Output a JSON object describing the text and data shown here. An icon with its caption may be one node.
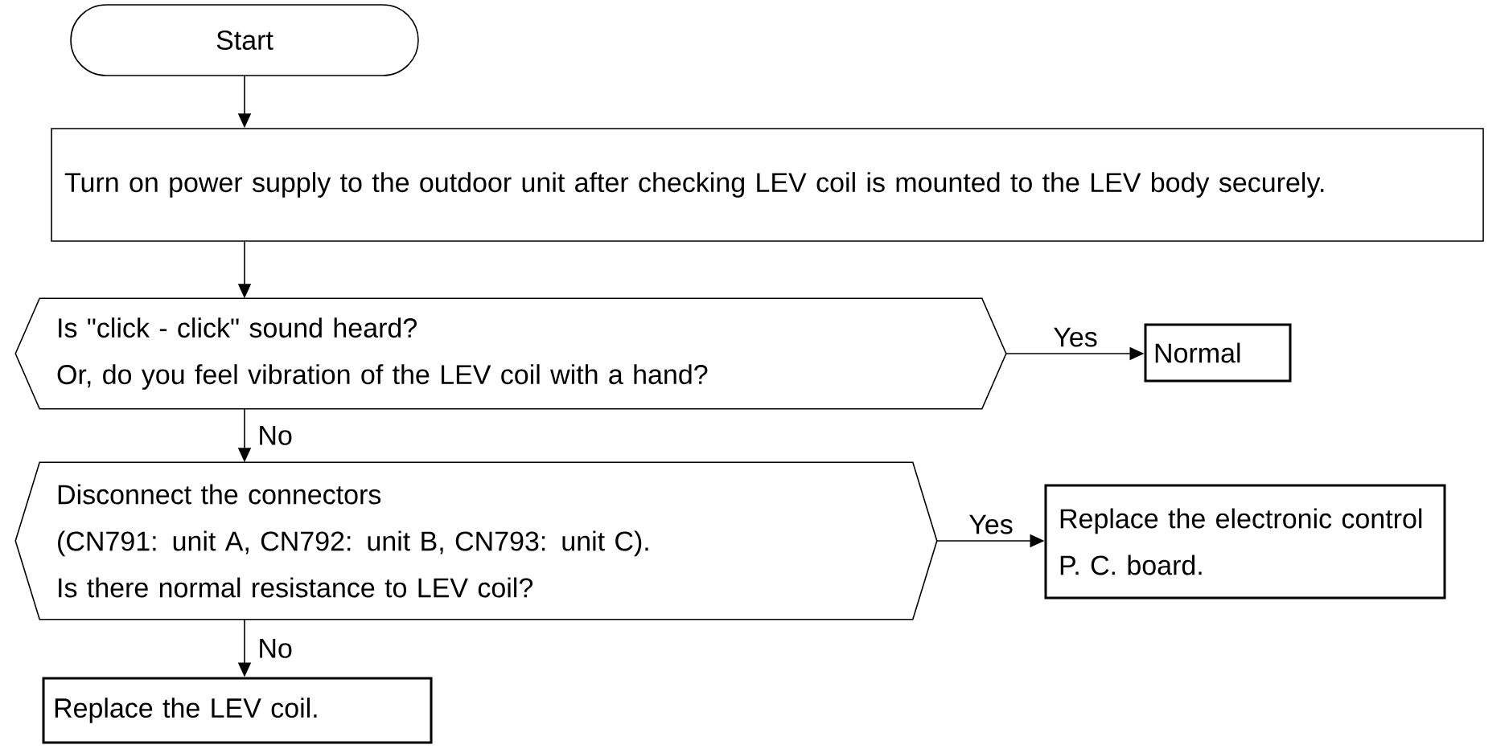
{
  "diagram": {
    "nodes": [
      {
        "text": [
          "Start"
        ]
      },
      {
        "text": [
          "Turn on power supply to the outdoor unit after checking LEV coil is mounted to the LEV body securely."
        ]
      },
      {
        "text": [
          "Is \"click - click\" sound heard?",
          "Or, do you feel vibration of the LEV coil with a hand?"
        ]
      },
      {
        "text": [
          "Normal"
        ]
      },
      {
        "text": [
          "Disconnect the connectors",
          "(CN791: unit A, CN792: unit B, CN793: unit C).",
          "Is there normal resistance to LEV coil?"
        ]
      },
      {
        "text": [
          "Replace the electronic control P. C. board."
        ]
      },
      {
        "text": [
          "Replace the LEV coil."
        ]
      }
    ],
    "edges": [
      {
        "from": 0,
        "to": 1,
        "arrow": "to"
      },
      {
        "from": 1,
        "to": 2,
        "arrow": "to"
      },
      {
        "from": 2,
        "to": 3,
        "arrow": "to",
        "label": "Yes"
      },
      {
        "from": 2,
        "to": 4,
        "arrow": "to",
        "label": "No"
      },
      {
        "from": 4,
        "to": 5,
        "arrow": "to",
        "label": "Yes"
      },
      {
        "from": 4,
        "to": 6,
        "arrow": "to",
        "label": "No"
      }
    ]
  }
}
